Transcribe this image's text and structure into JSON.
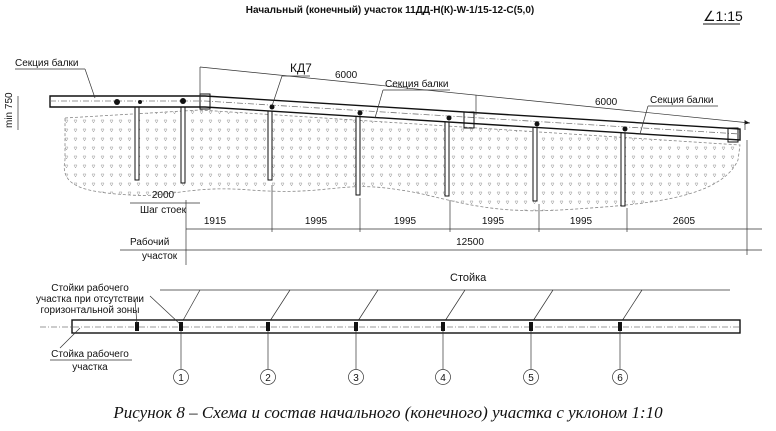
{
  "title": "Начальный (конечный) участок   11ДД-Н(К)-W-1/15-12-С(5,0)",
  "slope_label": "∠1:15",
  "labels": {
    "beam_section_1": "Секция балки",
    "beam_section_2": "Секция балки",
    "beam_section_3": "Секция балки",
    "kd7": "КД7",
    "min_height": "min 750",
    "post_step_value": "2000",
    "post_step": "Шаг стоек",
    "working_section_1": "Рабочий",
    "working_section_2": "участок",
    "post": "Стойка",
    "posts_no_horizontal_1": "Стойки рабочего",
    "posts_no_horizontal_2": "участка при отсутствии",
    "posts_no_horizontal_3": "горизонтальной зоны",
    "working_post_1": "Стойка рабочего",
    "working_post_2": "участка"
  },
  "dimensions": {
    "top": [
      "6000",
      "6000"
    ],
    "spacings": [
      "1915",
      "1995",
      "1995",
      "1995",
      "1995",
      "2605"
    ],
    "total": "12500"
  },
  "post_numbers": [
    "1",
    "2",
    "3",
    "4",
    "5",
    "6"
  ],
  "caption": "Рисунок 8 – Схема и состав начального (конечного) участка с уклоном 1:10"
}
